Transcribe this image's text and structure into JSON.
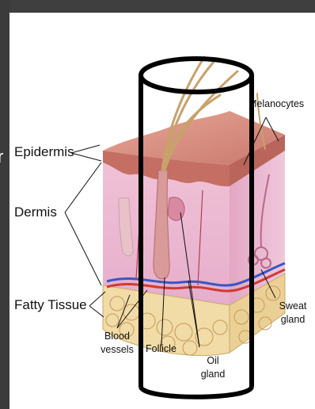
{
  "stray_text": "r",
  "labels": {
    "epidermis": "Epidermis",
    "dermis": "Dermis",
    "fatty_tissue": "Fatty Tissue",
    "melanocytes": "Melanocytes",
    "blood_vessels": [
      "Blood",
      "vessels"
    ],
    "follicle": "Follicle",
    "oil_gland": [
      "Oil",
      "gland"
    ],
    "sweat_gland": [
      "Sweat",
      "gland"
    ]
  },
  "colors": {
    "background": "#3d3d3d",
    "panel": "#ffffff",
    "epidermis": "#c9786e",
    "dermis": "#e9b7cf",
    "fat": "#f1dba6",
    "hair": "#c8a16b",
    "vein": "#3a56c4",
    "artery": "#cf3b33",
    "cylinder": "#000000"
  }
}
